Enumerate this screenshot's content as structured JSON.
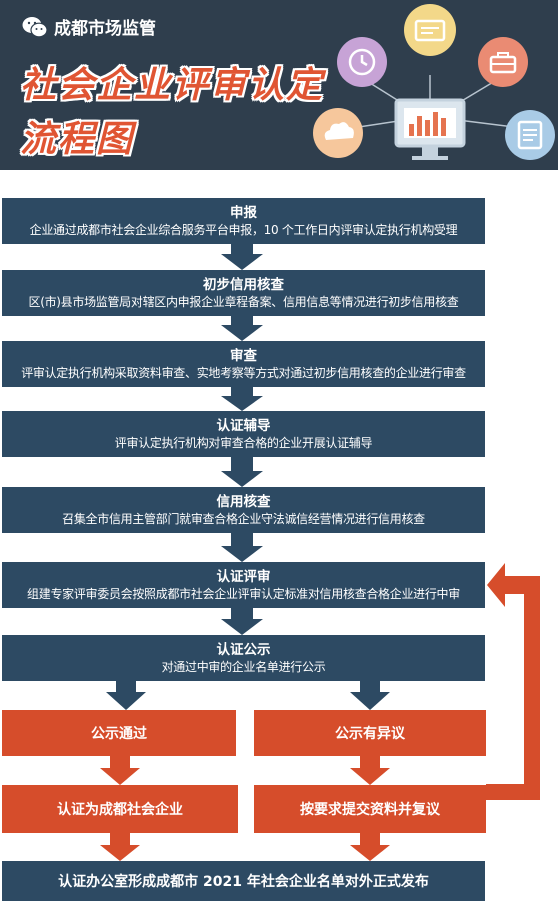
{
  "header": {
    "brand": "成都市场监管",
    "title_line1": "社会企业评审认定",
    "title_line2": "流程图"
  },
  "steps": [
    {
      "title": "申报",
      "desc": "企业通过成都市社会企业综合服务平台申报，10 个工作日内评审认定执行机构受理"
    },
    {
      "title": "初步信用核查",
      "desc": "区(市)县市场监管局对辖区内申报企业章程备案、信用信息等情况进行初步信用核查"
    },
    {
      "title": "审查",
      "desc": "评审认定执行机构采取资料审查、实地考察等方式对通过初步信用核查的企业进行审查"
    },
    {
      "title": "认证辅导",
      "desc": "评审认定执行机构对审查合格的企业开展认证辅导"
    },
    {
      "title": "信用核查",
      "desc": "召集全市信用主管部门就审查合格企业守法诚信经营情况进行信用核查"
    },
    {
      "title": "认证评审",
      "desc": "组建专家评审委员会按照成都市社会企业评审认定标准对信用核查合格企业进行中审"
    },
    {
      "title": "认证公示",
      "desc": "对通过中审的企业名单进行公示"
    }
  ],
  "branches": {
    "pass": "公示通过",
    "objection": "公示有异议",
    "certified": "认证为成都社会企业",
    "resubmit": "按要求提交资料并复议"
  },
  "final": "认证办公室形成成都市 2021 年社会企业名单对外正式发布",
  "colors": {
    "banner": "#2f3e4d",
    "step": "#2d4a63",
    "orange": "#d64d2b",
    "title": "#e05533"
  }
}
